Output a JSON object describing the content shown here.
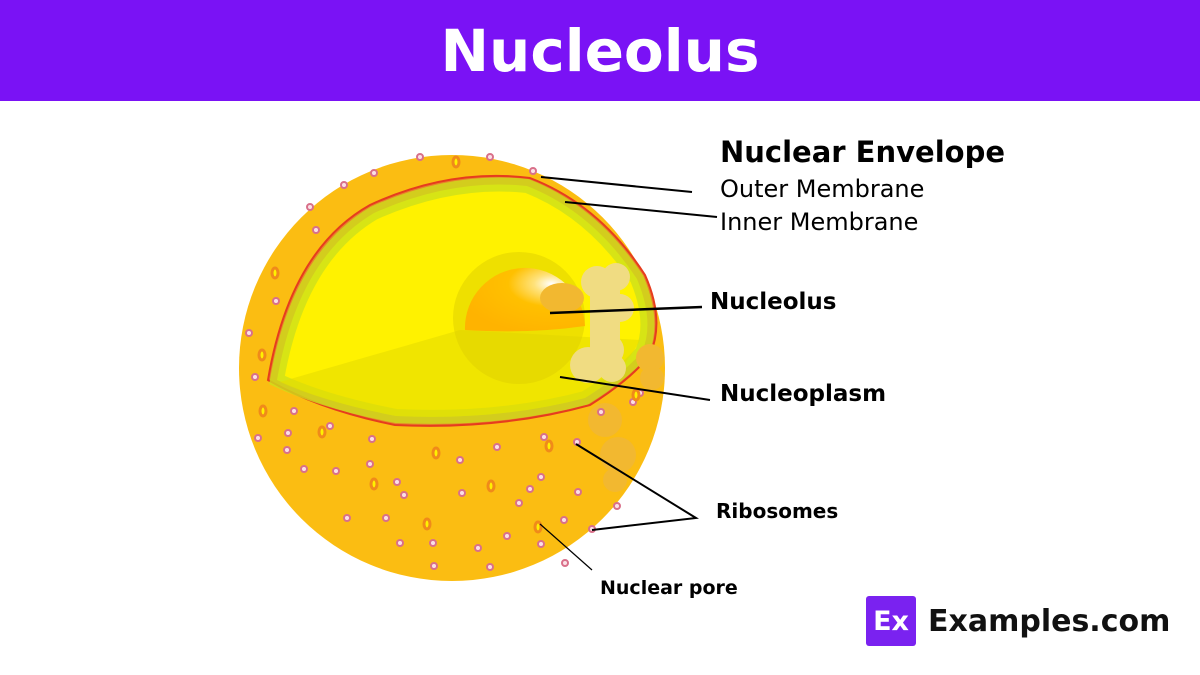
{
  "header": {
    "title": "Nucleolus",
    "background_color": "#7a12f5"
  },
  "diagram": {
    "subject": "Cell nucleus cross-section",
    "labels": {
      "nuclear_envelope": "Nuclear Envelope",
      "outer_membrane": "Outer Membrane",
      "inner_membrane": "Inner Membrane",
      "nucleolus": "Nucleolus",
      "nucleoplasm": "Nucleoplasm",
      "ribosomes": "Ribosomes",
      "nuclear_pore": "Nuclear pore"
    },
    "colors": {
      "outer_sphere": "#fbbd12",
      "envelope_membrane": "#e8822a",
      "membrane_edge": "#e63c1e",
      "nucleoplasm": "#fff200",
      "chromatin": "#cde01a",
      "nucleolus": "#ffc000",
      "ribosome": "#d9708a"
    }
  },
  "brand": {
    "logo_text": "Ex",
    "name": "Examples.com",
    "logo_color": "#7a22f0"
  }
}
